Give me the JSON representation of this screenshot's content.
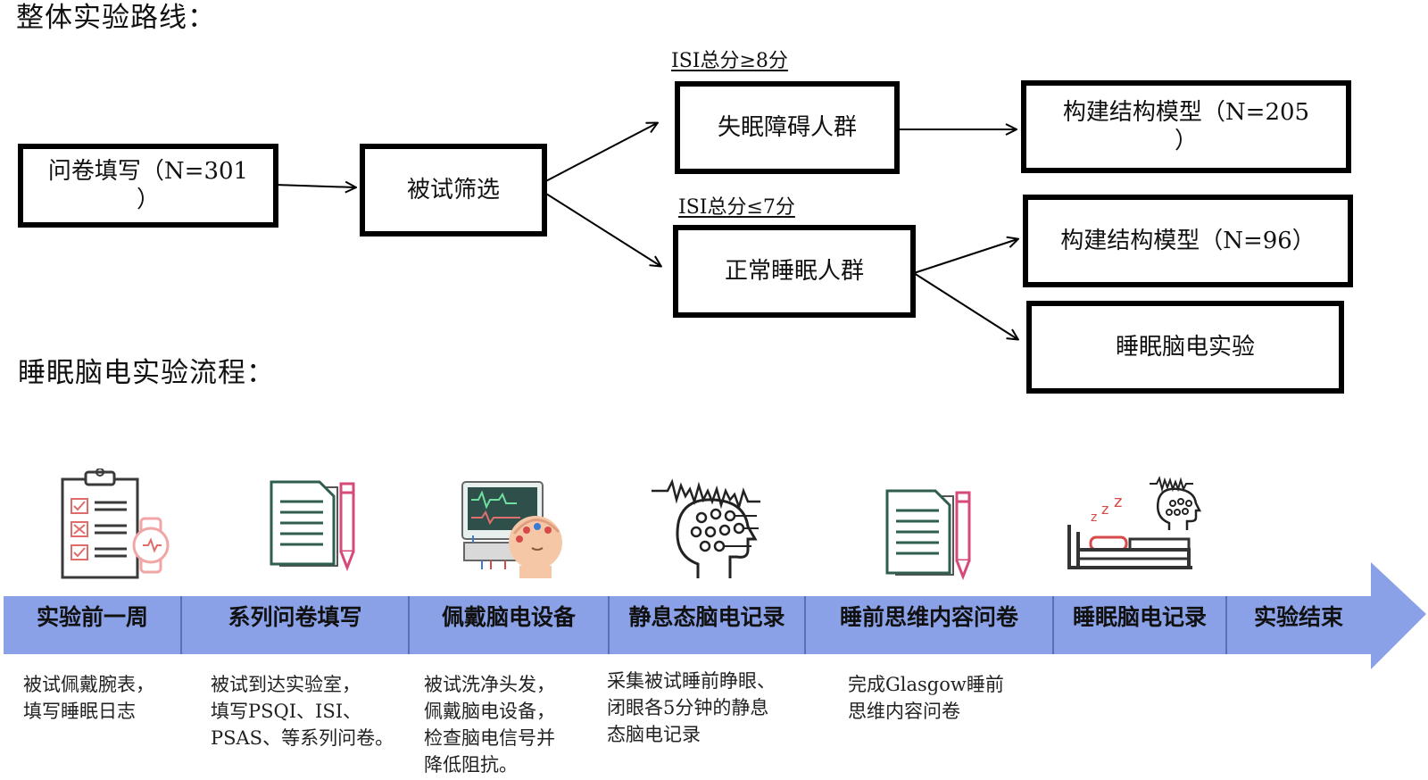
{
  "section1": {
    "title": "整体实验路线："
  },
  "section2": {
    "title": "睡眠脑电实验流程："
  },
  "flowchart": {
    "box_questionnaire": {
      "line1": "问卷填写（N=301",
      "line2": "）"
    },
    "box_screening": "被试筛选",
    "cond_high": "ISI总分≥8分",
    "cond_low": "ISI总分≤7分",
    "box_insomnia": "失眠障碍人群",
    "box_normal": "正常睡眠人群",
    "box_model_insomnia": {
      "line1": "构建结构模型（N=205",
      "line2": "）"
    },
    "box_model_normal": "构建结构模型（N=96）",
    "box_eeg": "睡眠脑电实验"
  },
  "timeline": {
    "arrow_color": "#8aa1e8",
    "stages": [
      "实验前一周",
      "系列问卷填写",
      "佩戴脑电设备",
      "静息态脑电记录",
      "睡前思维内容问卷",
      "睡眠脑电记录",
      "实验结束"
    ],
    "descriptions": [
      [
        "被试佩戴腕表，",
        "填写睡眠日志"
      ],
      [
        "被试到达实验室，",
        "填写PSQI、ISI、",
        "PSAS、等系列问卷。"
      ],
      [
        "被试洗净头发，",
        "佩戴脑电设备，",
        "检查脑电信号并",
        "降低阻抗。"
      ],
      [
        "采集被试睡前睁眼、",
        "闭眼各5分钟的静息",
        "态脑电记录"
      ],
      [
        "完成Glasgow睡前",
        "思维内容问卷"
      ]
    ],
    "icons": [
      "checklist-watch-icon",
      "document-pencil-icon",
      "eeg-monitor-head-icon",
      "brain-wave-head-icon",
      "document-pencil-icon",
      "bed-sleep-icon"
    ]
  }
}
